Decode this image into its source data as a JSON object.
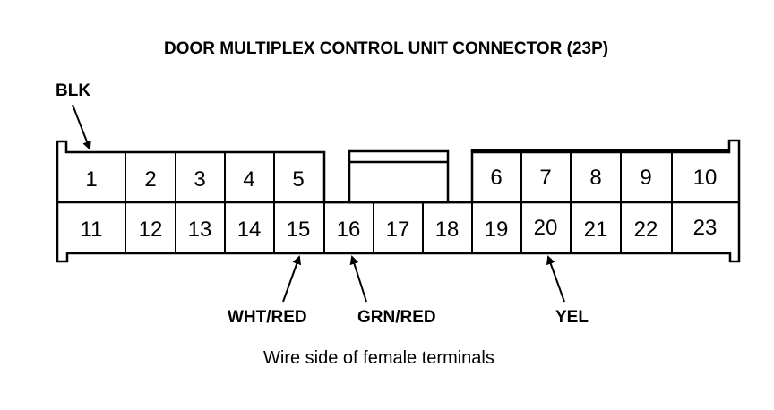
{
  "title": "DOOR MULTIPLEX CONTROL UNIT CONNECTOR (23P)",
  "caption": "Wire side of female terminals",
  "pins": {
    "1": "1",
    "2": "2",
    "3": "3",
    "4": "4",
    "5": "5",
    "6": "6",
    "7": "7",
    "8": "8",
    "9": "9",
    "10": "10",
    "11": "11",
    "12": "12",
    "13": "13",
    "14": "14",
    "15": "15",
    "16": "16",
    "17": "17",
    "18": "18",
    "19": "19",
    "20": "20",
    "21": "21",
    "22": "22",
    "23": "23"
  },
  "callouts": {
    "blk": "BLK",
    "wht_red": "WHT/RED",
    "grn_red": "GRN/RED",
    "yel": "YEL"
  },
  "colors": {
    "line": "#000000",
    "background": "#ffffff"
  }
}
